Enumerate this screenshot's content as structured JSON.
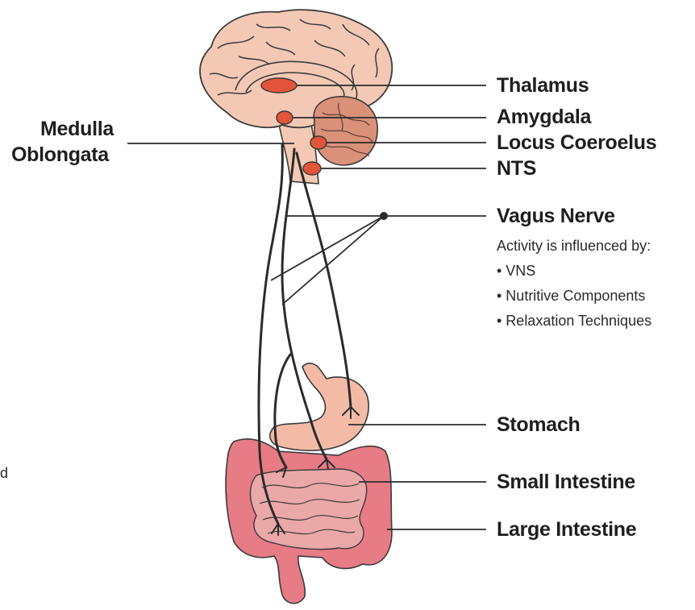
{
  "labels": {
    "medulla_line1": "Medulla",
    "medulla_line2": "Oblongata",
    "thalamus": "Thalamus",
    "amygdala": "Amygdala",
    "locus_coeroelus": "Locus Coeroelus",
    "nts": "NTS",
    "vagus_nerve": "Vagus Nerve",
    "stomach": "Stomach",
    "small_intestine": "Small Intestine",
    "large_intestine": "Large Intestine",
    "cropped_edge_text": "d"
  },
  "vagus_note": {
    "heading": "Activity is influenced by:",
    "items": [
      "• VNS",
      "• Nutritive Components",
      "• Relaxation Techniques"
    ]
  },
  "colors": {
    "brain": "#f3c9b5",
    "brain_outline": "#3a3a3a",
    "cerebellum": "#d9917a",
    "brain_region": "#e2553a",
    "nerve": "#2b2b2b",
    "stomach": "#f3bba6",
    "small_intestine": "#eba8a8",
    "large_intestine": "#e77b86",
    "text": "#1e1e1e"
  }
}
